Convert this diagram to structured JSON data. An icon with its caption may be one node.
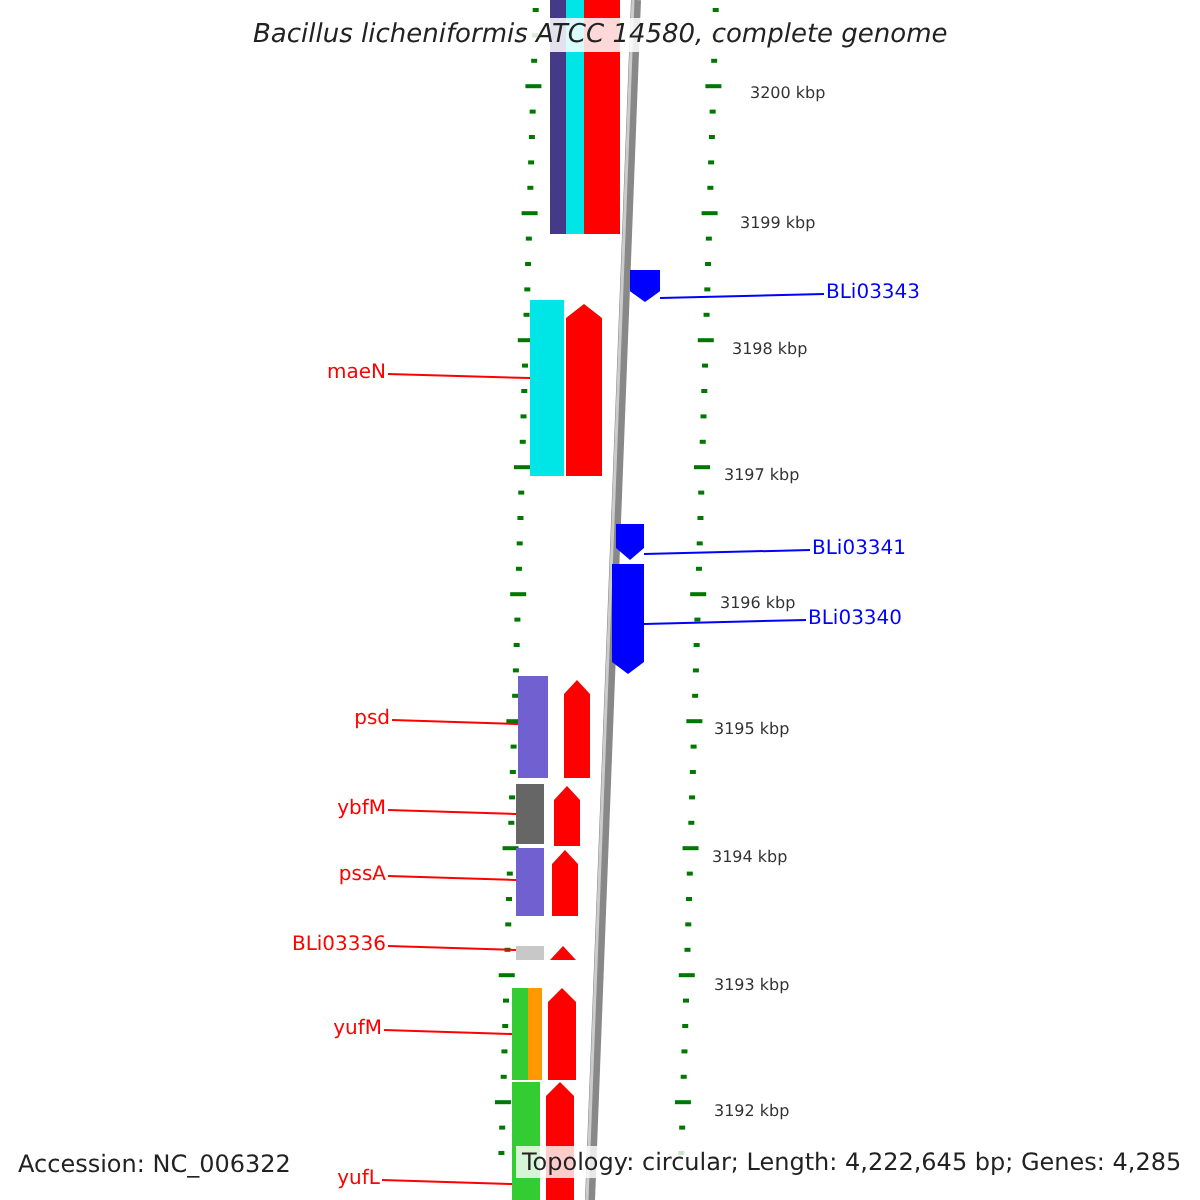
{
  "diagram": {
    "title": "Bacillus licheniformis ATCC 14580, complete genome",
    "nodes": [
      {
        "text": [
          "BLi03343"
        ]
      },
      {
        "text": [],
        "shape": "pentagon"
      },
      {
        "text": [
          "maeN"
        ]
      },
      {
        "text": [],
        "shape": "bar"
      },
      {
        "text": [
          "BLi03341"
        ]
      },
      {
        "text": [],
        "shape": "pentagon"
      },
      {
        "text": [
          "BLi03340"
        ]
      },
      {
        "text": [],
        "shape": "pentagon"
      },
      {
        "text": [
          "psd"
        ]
      },
      {
        "text": [],
        "shape": "bar"
      },
      {
        "text": [
          "ybfM"
        ]
      },
      {
        "text": [],
        "shape": "bar"
      },
      {
        "text": [
          "pssA"
        ]
      },
      {
        "text": [],
        "shape": "bar"
      },
      {
        "text": [
          "BLi03336"
        ]
      },
      {
        "text": [],
        "shape": "bar"
      },
      {
        "text": [
          "yufM"
        ]
      },
      {
        "text": [],
        "shape": "bar"
      },
      {
        "text": [
          "yufL"
        ]
      },
      {
        "text": [],
        "shape": "bar"
      }
    ],
    "edges": [
      {
        "from": 0,
        "to": 1,
        "arrow": "none",
        "color": "#0000ff"
      },
      {
        "from": 2,
        "to": 3,
        "arrow": "none"
      },
      {
        "from": 4,
        "to": 5,
        "arrow": "none",
        "color": "#0000ff"
      },
      {
        "from": 6,
        "to": 7,
        "arrow": "none",
        "color": "#0000ff"
      },
      {
        "from": 8,
        "to": 9,
        "arrow": "none"
      },
      {
        "from": 10,
        "to": 11,
        "arrow": "none"
      },
      {
        "from": 12,
        "to": 13,
        "arrow": "none"
      },
      {
        "from": 14,
        "to": 15,
        "arrow": "none"
      },
      {
        "from": 16,
        "to": 17,
        "arrow": "none"
      },
      {
        "from": 18,
        "to": 19,
        "arrow": "none"
      }
    ],
    "labels": [
      "3200 kbp",
      "3199 kbp",
      "3198 kbp",
      "3197 kbp",
      "3196 kbp",
      "3195 kbp",
      "3194 kbp",
      "3193 kbp",
      "3192 kbp",
      "Accession: NC_006322",
      "Topology: circular; Length: 4,222,645 bp; Genes: 4,285"
    ]
  }
}
